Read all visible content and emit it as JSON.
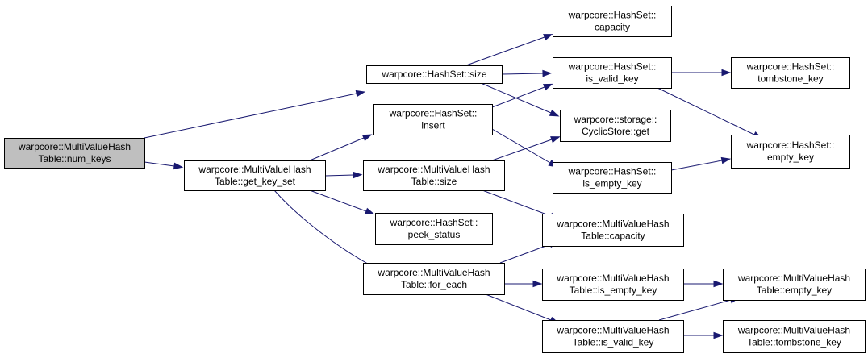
{
  "colors": {
    "edge": "#191970",
    "root_fill": "#bfbfbf",
    "node_fill": "#ffffff",
    "border": "#000000"
  },
  "nodes": [
    {
      "id": "num_keys",
      "lines": [
        "warpcore::MultiValueHash",
        "Table::num_keys"
      ],
      "root": true
    },
    {
      "id": "get_key_set",
      "lines": [
        "warpcore::MultiValueHash",
        "Table::get_key_set"
      ]
    },
    {
      "id": "hs_size",
      "lines": [
        "warpcore::HashSet::size"
      ]
    },
    {
      "id": "hs_insert",
      "lines": [
        "warpcore::HashSet::",
        "insert"
      ]
    },
    {
      "id": "mv_size",
      "lines": [
        "warpcore::MultiValueHash",
        "Table::size"
      ]
    },
    {
      "id": "hs_peek_status",
      "lines": [
        "warpcore::HashSet::",
        "peek_status"
      ]
    },
    {
      "id": "mv_for_each",
      "lines": [
        "warpcore::MultiValueHash",
        "Table::for_each"
      ]
    },
    {
      "id": "hs_capacity",
      "lines": [
        "warpcore::HashSet::",
        "capacity"
      ]
    },
    {
      "id": "hs_is_valid_key",
      "lines": [
        "warpcore::HashSet::",
        "is_valid_key"
      ]
    },
    {
      "id": "cs_get",
      "lines": [
        "warpcore::storage::",
        "CyclicStore::get"
      ]
    },
    {
      "id": "hs_is_empty_key",
      "lines": [
        "warpcore::HashSet::",
        "is_empty_key"
      ]
    },
    {
      "id": "mv_capacity",
      "lines": [
        "warpcore::MultiValueHash",
        "Table::capacity"
      ]
    },
    {
      "id": "mv_is_empty_key",
      "lines": [
        "warpcore::MultiValueHash",
        "Table::is_empty_key"
      ]
    },
    {
      "id": "mv_is_valid_key",
      "lines": [
        "warpcore::MultiValueHash",
        "Table::is_valid_key"
      ]
    },
    {
      "id": "hs_tombstone_key",
      "lines": [
        "warpcore::HashSet::",
        "tombstone_key"
      ]
    },
    {
      "id": "hs_empty_key",
      "lines": [
        "warpcore::HashSet::",
        "empty_key"
      ]
    },
    {
      "id": "mv_empty_key",
      "lines": [
        "warpcore::MultiValueHash",
        "Table::empty_key"
      ]
    },
    {
      "id": "mv_tombstone_key",
      "lines": [
        "warpcore::MultiValueHash",
        "Table::tombstone_key"
      ]
    }
  ],
  "edges": [
    {
      "from": "num_keys",
      "to": "hs_size"
    },
    {
      "from": "num_keys",
      "to": "get_key_set"
    },
    {
      "from": "get_key_set",
      "to": "hs_insert"
    },
    {
      "from": "get_key_set",
      "to": "mv_size"
    },
    {
      "from": "get_key_set",
      "to": "hs_peek_status"
    },
    {
      "from": "get_key_set",
      "to": "mv_for_each"
    },
    {
      "from": "hs_size",
      "to": "hs_capacity"
    },
    {
      "from": "hs_size",
      "to": "hs_is_valid_key"
    },
    {
      "from": "hs_size",
      "to": "cs_get"
    },
    {
      "from": "hs_insert",
      "to": "hs_is_valid_key"
    },
    {
      "from": "hs_insert",
      "to": "hs_is_empty_key"
    },
    {
      "from": "mv_size",
      "to": "cs_get"
    },
    {
      "from": "mv_size",
      "to": "mv_capacity"
    },
    {
      "from": "mv_for_each",
      "to": "mv_capacity"
    },
    {
      "from": "mv_for_each",
      "to": "mv_is_empty_key"
    },
    {
      "from": "mv_for_each",
      "to": "mv_is_valid_key"
    },
    {
      "from": "hs_is_valid_key",
      "to": "hs_tombstone_key"
    },
    {
      "from": "hs_is_valid_key",
      "to": "hs_empty_key"
    },
    {
      "from": "hs_is_empty_key",
      "to": "hs_empty_key"
    },
    {
      "from": "mv_is_empty_key",
      "to": "mv_empty_key"
    },
    {
      "from": "mv_is_valid_key",
      "to": "mv_empty_key"
    },
    {
      "from": "mv_is_valid_key",
      "to": "mv_tombstone_key"
    }
  ]
}
